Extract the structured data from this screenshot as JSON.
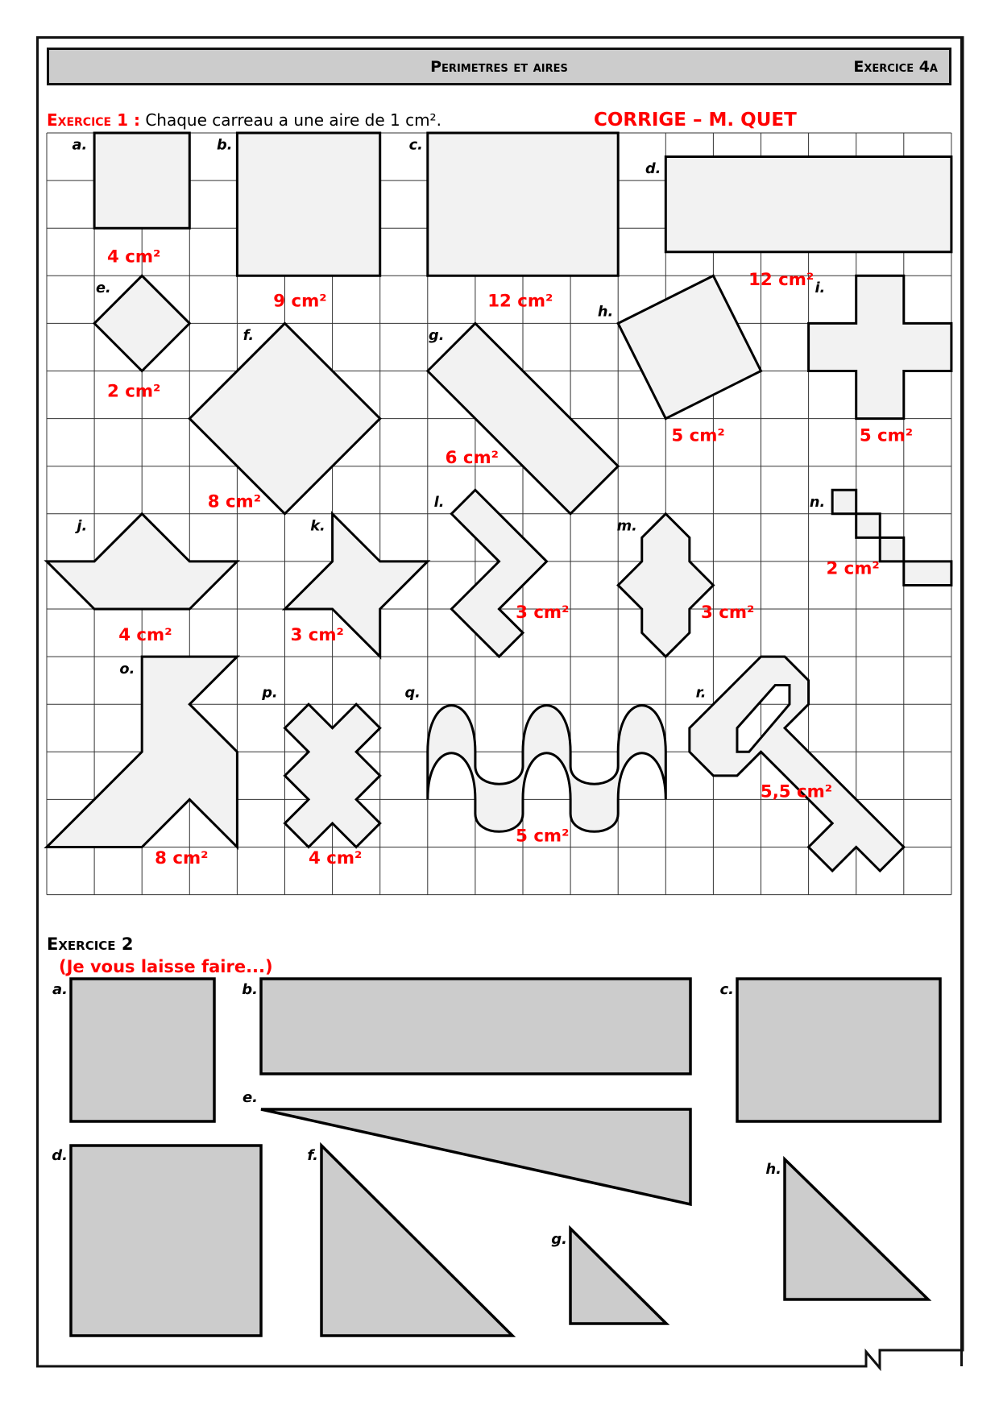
{
  "header": {
    "title": "Perimetres et aires",
    "exercise": "Exercice 4a"
  },
  "exercise1": {
    "title": "Exercice 1 :",
    "instruction": "Chaque carreau a une aire de 1 cm².",
    "correction": "CORRIGE – M. QUET",
    "figures": [
      {
        "letter": "a.",
        "area": "4 cm²"
      },
      {
        "letter": "b.",
        "area": "9 cm²"
      },
      {
        "letter": "c.",
        "area": "12 cm²"
      },
      {
        "letter": "d.",
        "area": "12 cm²"
      },
      {
        "letter": "e.",
        "area": "2 cm²"
      },
      {
        "letter": "f.",
        "area": "8 cm²"
      },
      {
        "letter": "g.",
        "area": "6 cm²"
      },
      {
        "letter": "h.",
        "area": "5 cm²"
      },
      {
        "letter": "i.",
        "area": "5 cm²"
      },
      {
        "letter": "j.",
        "area": "4 cm²"
      },
      {
        "letter": "k.",
        "area": "3 cm²"
      },
      {
        "letter": "l.",
        "area": "3 cm²"
      },
      {
        "letter": "m.",
        "area": "3 cm²"
      },
      {
        "letter": "n.",
        "area": "2 cm²"
      },
      {
        "letter": "o.",
        "area": "8 cm²"
      },
      {
        "letter": "p.",
        "area": "4 cm²"
      },
      {
        "letter": "q.",
        "area": "5 cm²"
      },
      {
        "letter": "r.",
        "area": "5,5 cm²"
      }
    ]
  },
  "exercise2": {
    "title": "Exercice 2",
    "note": "(Je vous laisse faire...)",
    "figures": [
      "a.",
      "b.",
      "c.",
      "d.",
      "e.",
      "f.",
      "g.",
      "h."
    ]
  },
  "colors": {
    "answer": "#ff0000",
    "shape_fill_ex1": "#f2f2f2",
    "shape_fill_ex2": "#cccccc",
    "header_bg": "#cccccc"
  }
}
